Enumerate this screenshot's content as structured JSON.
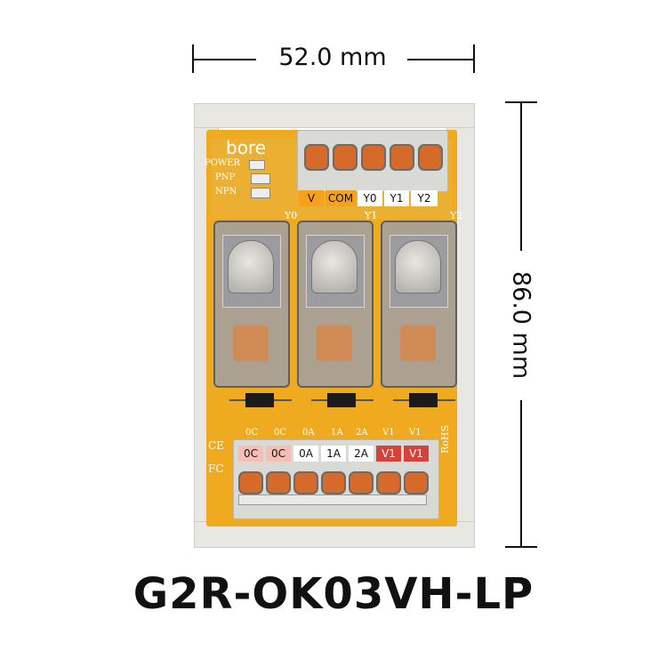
{
  "dimensions": {
    "width_label": "52.0 mm",
    "height_label": "86.0 mm"
  },
  "product": {
    "model": "G2R-OK03VH-LP",
    "brand": "bore"
  },
  "indicators": [
    "POWER",
    "PNP",
    "NPN"
  ],
  "top_terminals": [
    {
      "label": "V",
      "color": "#f7a11a"
    },
    {
      "label": "COM",
      "color": "#f7a11a"
    },
    {
      "label": "Y0",
      "color": "#ffffff"
    },
    {
      "label": "Y1",
      "color": "#ffffff"
    },
    {
      "label": "Y2",
      "color": "#ffffff"
    }
  ],
  "relay_labels": [
    "Y0",
    "Y1",
    "Y2"
  ],
  "bottom_silk": [
    "0C",
    "0C",
    "0A",
    "1A",
    "2A",
    "V1",
    "V1"
  ],
  "bottom_terminals": [
    {
      "label": "0C",
      "color": "#f5bfb6"
    },
    {
      "label": "0C",
      "color": "#f5bfb6"
    },
    {
      "label": "0A",
      "color": "#ffffff"
    },
    {
      "label": "1A",
      "color": "#ffffff"
    },
    {
      "label": "2A",
      "color": "#ffffff"
    },
    {
      "label": "V1",
      "color": "#d3433a"
    },
    {
      "label": "V1",
      "color": "#d3433a"
    }
  ],
  "marks": {
    "ce": "CE",
    "fc": "FC",
    "rohs": "RoHS"
  }
}
